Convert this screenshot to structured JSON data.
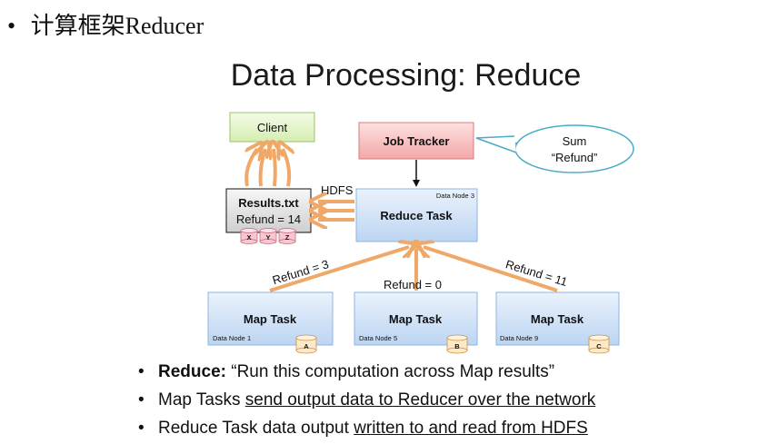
{
  "top_bullet": {
    "marker": "•",
    "text": "计算框架Reducer"
  },
  "slide_title": "Data Processing: Reduce",
  "diagram": {
    "client": "Client",
    "job_tracker": "Job Tracker",
    "callout_line1": "Sum",
    "callout_line2": "“Refund”",
    "hdfs_label": "HDFS",
    "results_title": "Results.txt",
    "results_value": "Refund = 14",
    "results_disks": [
      "X",
      "Y",
      "Z"
    ],
    "reduce_task": "Reduce Task",
    "reduce_node": "Data Node 3",
    "edge_left": "Refund = 3",
    "edge_middle": "Refund = 0",
    "edge_right": "Refund = 11",
    "map_tasks": [
      {
        "label": "Map Task",
        "node": "Data Node 1",
        "disk": "A"
      },
      {
        "label": "Map Task",
        "node": "Data Node 5",
        "disk": "B"
      },
      {
        "label": "Map Task",
        "node": "Data Node 9",
        "disk": "C"
      }
    ]
  },
  "bullets": [
    {
      "bold": "Reduce:",
      "rest": " “Run this computation across Map results”"
    },
    {
      "plain": "Map Tasks ",
      "underlined": "send output data to Reducer over the network"
    },
    {
      "plain": "Reduce Task data output ",
      "underlined": "written to and read from HDFS"
    }
  ],
  "colors": {
    "client_fill": "#e6f5cf",
    "job_tracker_fill": "#f8c4c4",
    "task_fill": "#d4e5f8",
    "arrow": "#f0a868",
    "callout_stroke": "#4bacc6"
  }
}
